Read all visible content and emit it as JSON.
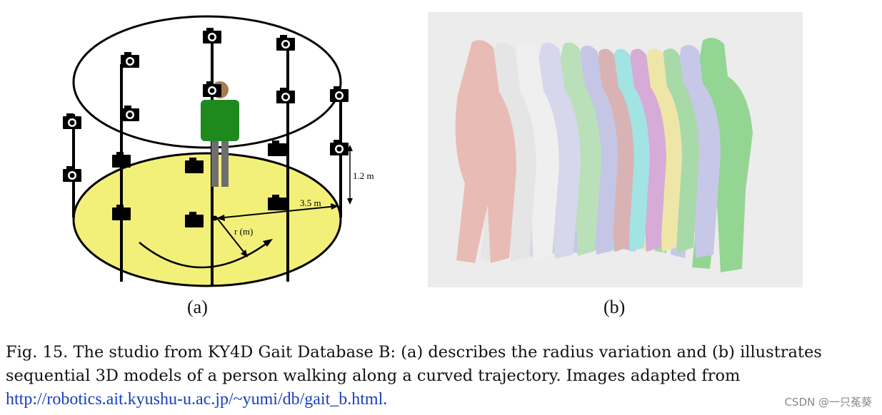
{
  "figure_a": {
    "label": "(a)",
    "height_label": "1.2 m",
    "radius_label": "3.5 m",
    "r_label": "r (m)"
  },
  "figure_b": {
    "label": "(b)"
  },
  "caption": {
    "text": "Fig. 15.  The studio from KY4D Gait Database B: (a) describes the radius variation and (b) illustrates sequential 3D models of a person walking along a curved trajectory. Images adapted from ",
    "link_text": "http://robotics.ait.kyushu-u.ac.jp/~yumi/db/gait_b.html."
  },
  "watermark": "CSDN @一只菟葵",
  "colors": {
    "floor": "#f3f07a",
    "shirt": "#1e8a1e",
    "pants": "#6e6e6e",
    "head": "#a47c4e",
    "link": "#1a3fbf"
  },
  "icons": [
    "camera-icon",
    "person-figure"
  ]
}
